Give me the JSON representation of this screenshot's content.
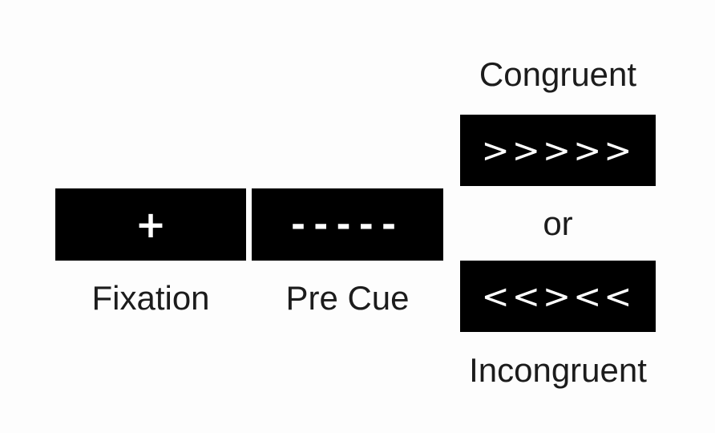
{
  "fixation": {
    "symbol": "+",
    "label": "Fixation"
  },
  "pre_cue": {
    "symbol": "-----",
    "label": "Pre Cue"
  },
  "congruent": {
    "label": "Congruent",
    "symbol": ">>>>>"
  },
  "separator": "or",
  "incongruent": {
    "label": "Incongruent",
    "symbol": "<<><<"
  },
  "colors": {
    "panel": "#000000",
    "stimulus": "#ffffff",
    "text": "#1c1c1c",
    "background": "#fdfdfd"
  }
}
